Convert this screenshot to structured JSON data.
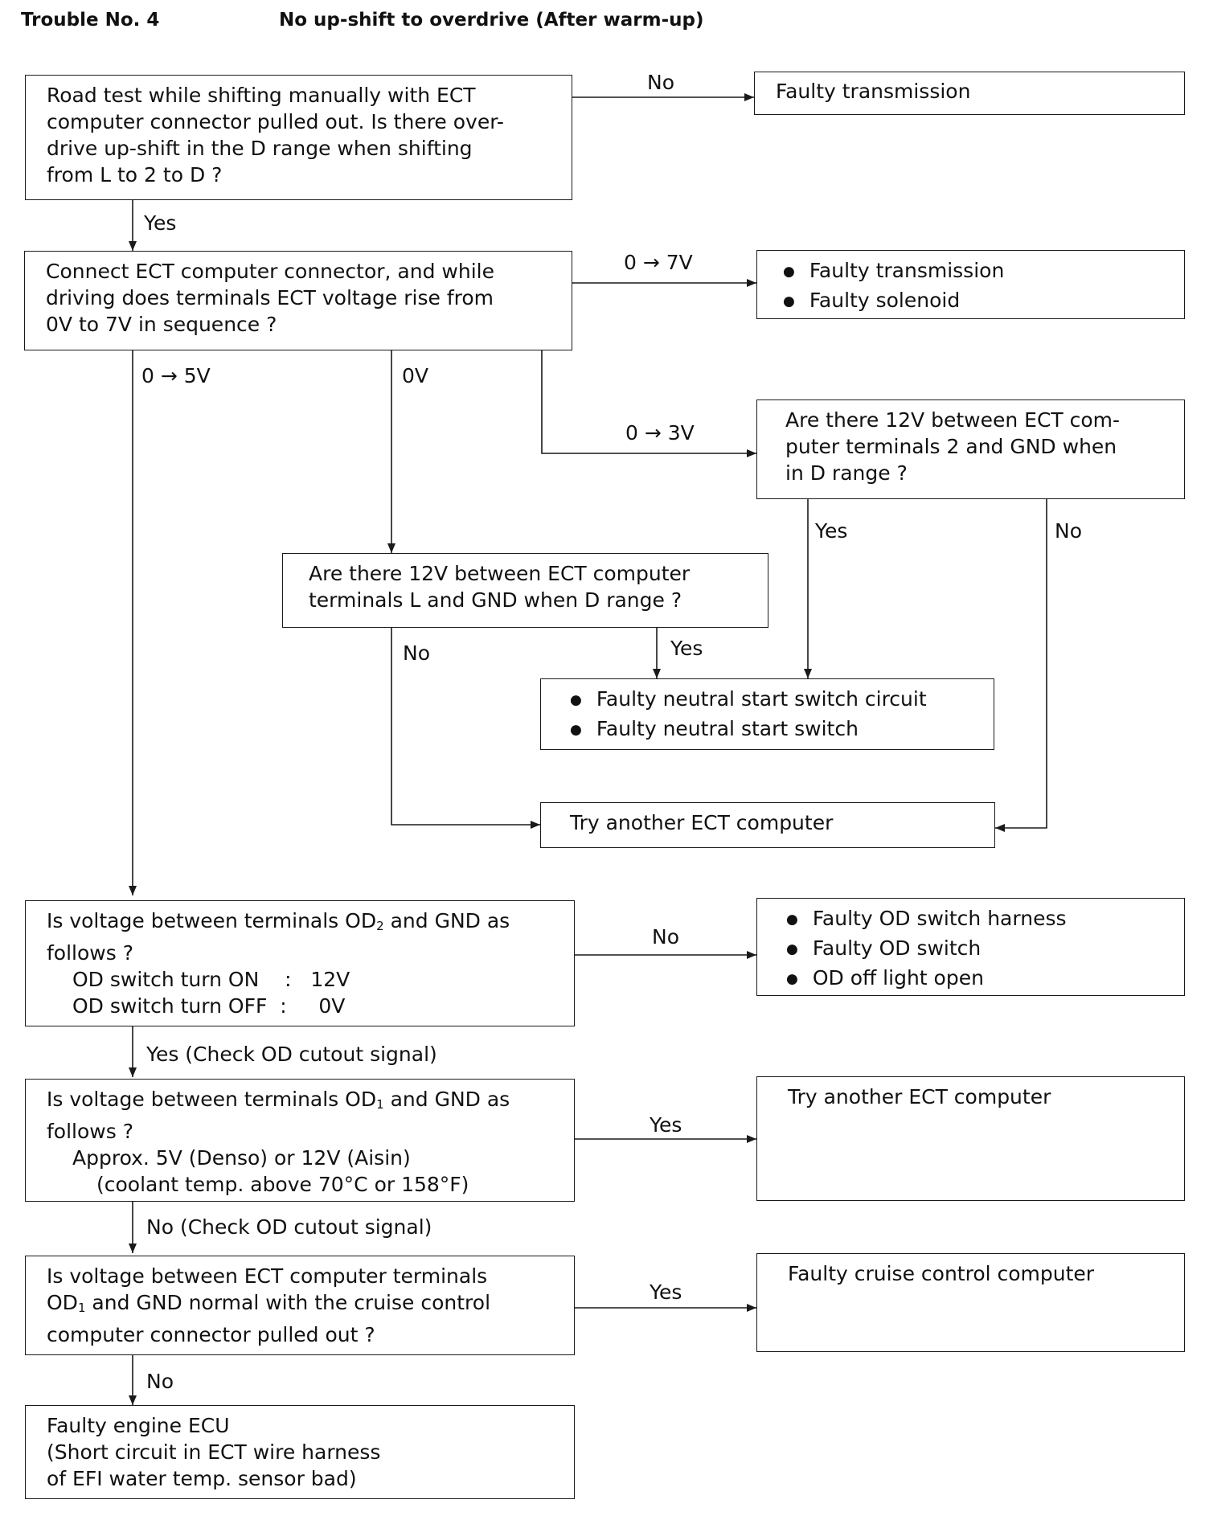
{
  "header": {
    "trouble_no": "Trouble No. 4",
    "title": "No up-shift to overdrive (After warm-up)"
  },
  "boxes": {
    "q1": [
      "Road test while shifting manually with ECT",
      "computer connector pulled out.  Is there over-",
      "drive up-shift in the D range when shifting",
      "from L to 2 to D ?"
    ],
    "r1": "Faulty transmission",
    "q2": [
      "Connect ECT computer connector, and while",
      "driving does terminals ECT voltage rise from",
      "0V to 7V in sequence ?"
    ],
    "r2": [
      "Faulty transmission",
      "Faulty solenoid"
    ],
    "q3": [
      "Are there 12V between ECT com-",
      "puter terminals 2 and GND when",
      "in D range ?"
    ],
    "q4": [
      "Are there 12V between ECT computer",
      "terminals L and GND when D range ?"
    ],
    "r3": [
      "Faulty neutral start switch circuit",
      "Faulty neutral start switch"
    ],
    "r4": "Try another ECT computer",
    "q5": {
      "line1_pre": "Is voltage between terminals OD",
      "line1_sub": "2",
      "line1_post": " and GND as",
      "line2": "follows ?",
      "line3": "OD switch turn ON    :   12V",
      "line4": "OD switch turn OFF  :     0V"
    },
    "r5": [
      "Faulty OD switch harness",
      "Faulty OD switch",
      "OD off light open"
    ],
    "q6": {
      "line1_pre": "Is voltage between terminals OD",
      "line1_sub": "1",
      "line1_post": " and GND as",
      "line2": "follows ?",
      "line3": "Approx. 5V (Denso) or 12V (Aisin)",
      "line4": "(coolant temp. above 70°C or 158°F)"
    },
    "r6": "Try another ECT computer",
    "q7": {
      "line1": "Is voltage between ECT computer terminals",
      "line2_pre": "OD",
      "line2_sub": "1",
      "line2_post": " and GND normal with the cruise control",
      "line3": "computer connector pulled out ?"
    },
    "r7": "Faulty cruise control computer",
    "r8": [
      "Faulty engine ECU",
      "(Short circuit in ECT wire harness",
      "of EFI water temp. sensor bad)"
    ]
  },
  "labels": {
    "q1_no": "No",
    "q1_yes": "Yes",
    "q2_7v": "0 → 7V",
    "q2_5v": "0 → 5V",
    "q2_0v": "0V",
    "q2_3v": "0 → 3V",
    "q3_yes": "Yes",
    "q3_no": "No",
    "q4_no": "No",
    "q4_yes": "Yes",
    "q5_no": "No",
    "q5_yes": "Yes (Check OD cutout signal)",
    "q6_yes": "Yes",
    "q6_no": "No (Check OD cutout signal)",
    "q7_yes": "Yes",
    "q7_no": "No"
  }
}
